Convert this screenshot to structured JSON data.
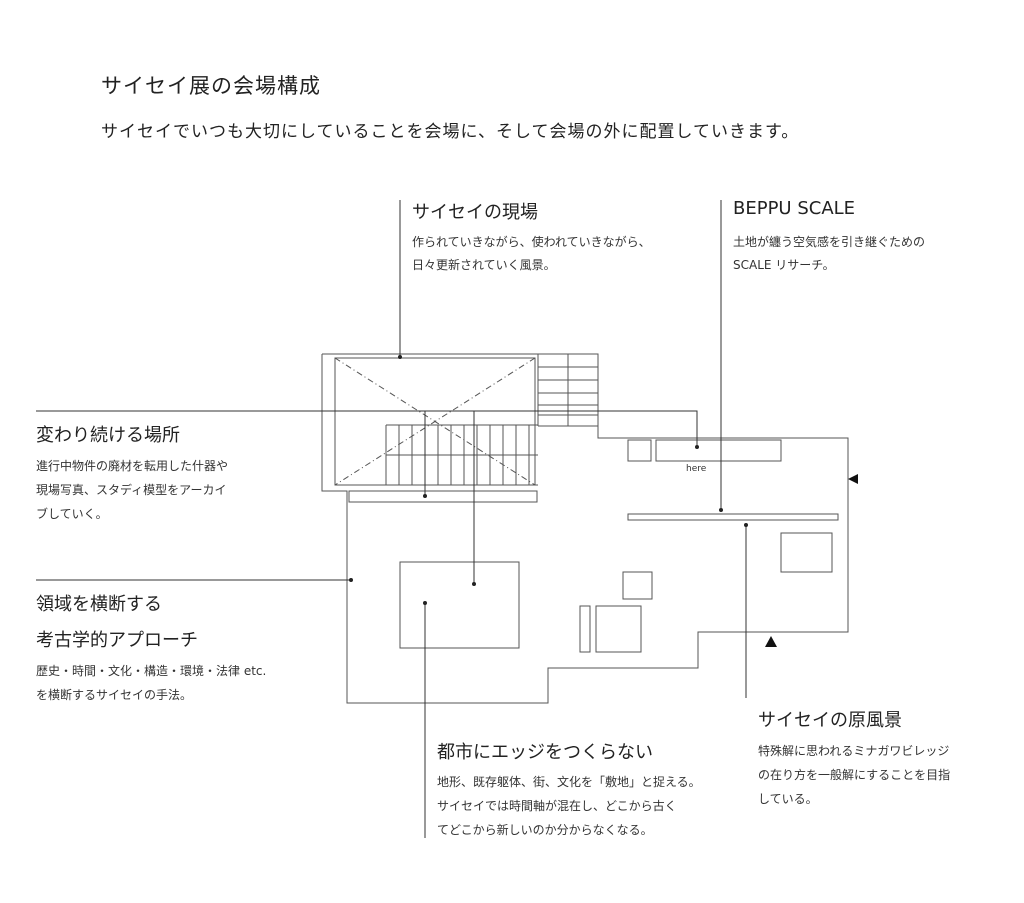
{
  "header": {
    "title": "サイセイ展の会場構成",
    "subtitle": "サイセイでいつも大切にしていることを会場に、そして会場の外に配置していきます。"
  },
  "annotations": [
    {
      "id": "genba",
      "heading": "サイセイの現場",
      "lines": [
        "作られていきながら、使われていきながら、",
        "日々更新されていく風景。"
      ]
    },
    {
      "id": "beppu",
      "heading": "BEPPU SCALE",
      "lines": [
        "土地が纏う空気感を引き継ぐための",
        "SCALE リサーチ。"
      ]
    },
    {
      "id": "kawari",
      "heading": "変わり続ける場所",
      "lines": [
        "進行中物件の廃材を転用した什器や",
        "現場写真、スタディ模型をアーカイ",
        "ブしていく。"
      ]
    },
    {
      "id": "ryouiki",
      "heading": "領域を横断する",
      "heading2": "考古学的アプローチ",
      "lines": [
        "歴史・時間・文化・構造・環境・法律 etc.",
        "を横断するサイセイの手法。"
      ]
    },
    {
      "id": "toshi",
      "heading": "都市にエッジをつくらない",
      "lines": [
        "地形、既存躯体、街、文化を「敷地」と捉える。",
        "サイセイでは時間軸が混在し、どこから古く",
        "てどこから新しいのか分からなくなる。"
      ]
    },
    {
      "id": "genfukei",
      "heading": "サイセイの原風景",
      "lines": [
        "特殊解に思われるミナガワビレッジ",
        "の在り方を一般解にすることを目指",
        "している。"
      ]
    }
  ],
  "plan": {
    "here_label": "here"
  }
}
